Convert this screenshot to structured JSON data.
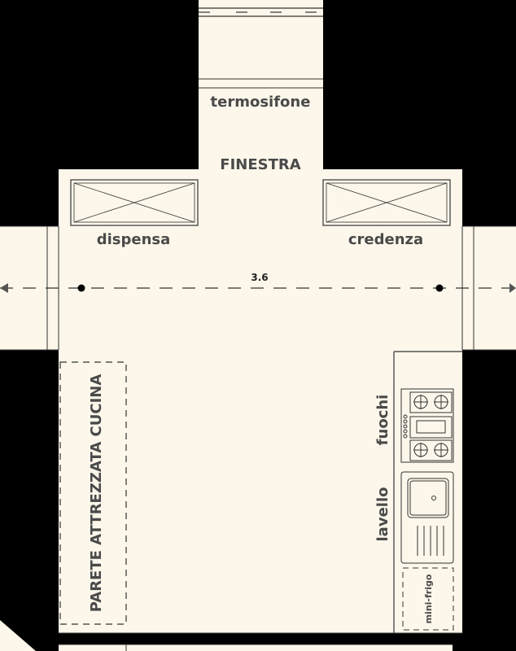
{
  "labels": {
    "termosifone": "termosifone",
    "finestra": "FINESTRA",
    "dispensa": "dispensa",
    "credenza": "credenza",
    "dimension": "3.6",
    "parete": "PARETE ATTREZZATA CUCINA",
    "fuochi": "fuochi",
    "lavello": "lavello",
    "minifrigo": "mini-frigo"
  },
  "colors": {
    "floor": "#fcf7ea",
    "wall": "#000000",
    "line": "#333333",
    "text": "#4a4a4a"
  }
}
